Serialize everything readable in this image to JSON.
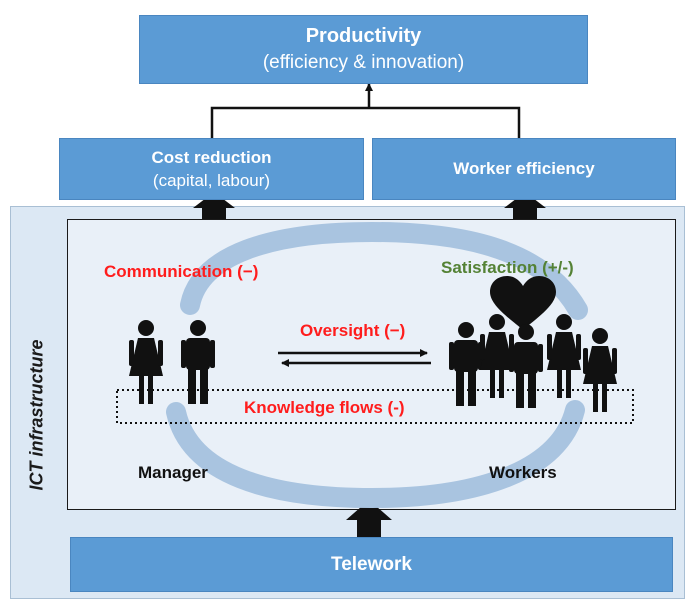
{
  "top": {
    "title": "Productivity",
    "subtitle": "(efficiency & innovation)"
  },
  "middle": {
    "left": {
      "title": "Cost reduction",
      "subtitle": "(capital, labour)"
    },
    "right": {
      "title": "Worker efficiency"
    }
  },
  "inner": {
    "communication": "Communication (−)",
    "satisfaction": "Satisfaction (+/-)",
    "oversight": "Oversight (−)",
    "knowledge": "Knowledge flows (-)",
    "manager": "Manager",
    "workers": "Workers"
  },
  "side_label": "ICT infrastructure",
  "bottom": {
    "title": "Telework"
  },
  "colors": {
    "box": "#5b9bd5",
    "negative": "#ff1d1d",
    "mixed": "#548235",
    "cycle": "#a9c4e0"
  },
  "icons": [
    "person-icon",
    "heart-icon",
    "up-arrow-icon",
    "double-arrow-icon"
  ]
}
